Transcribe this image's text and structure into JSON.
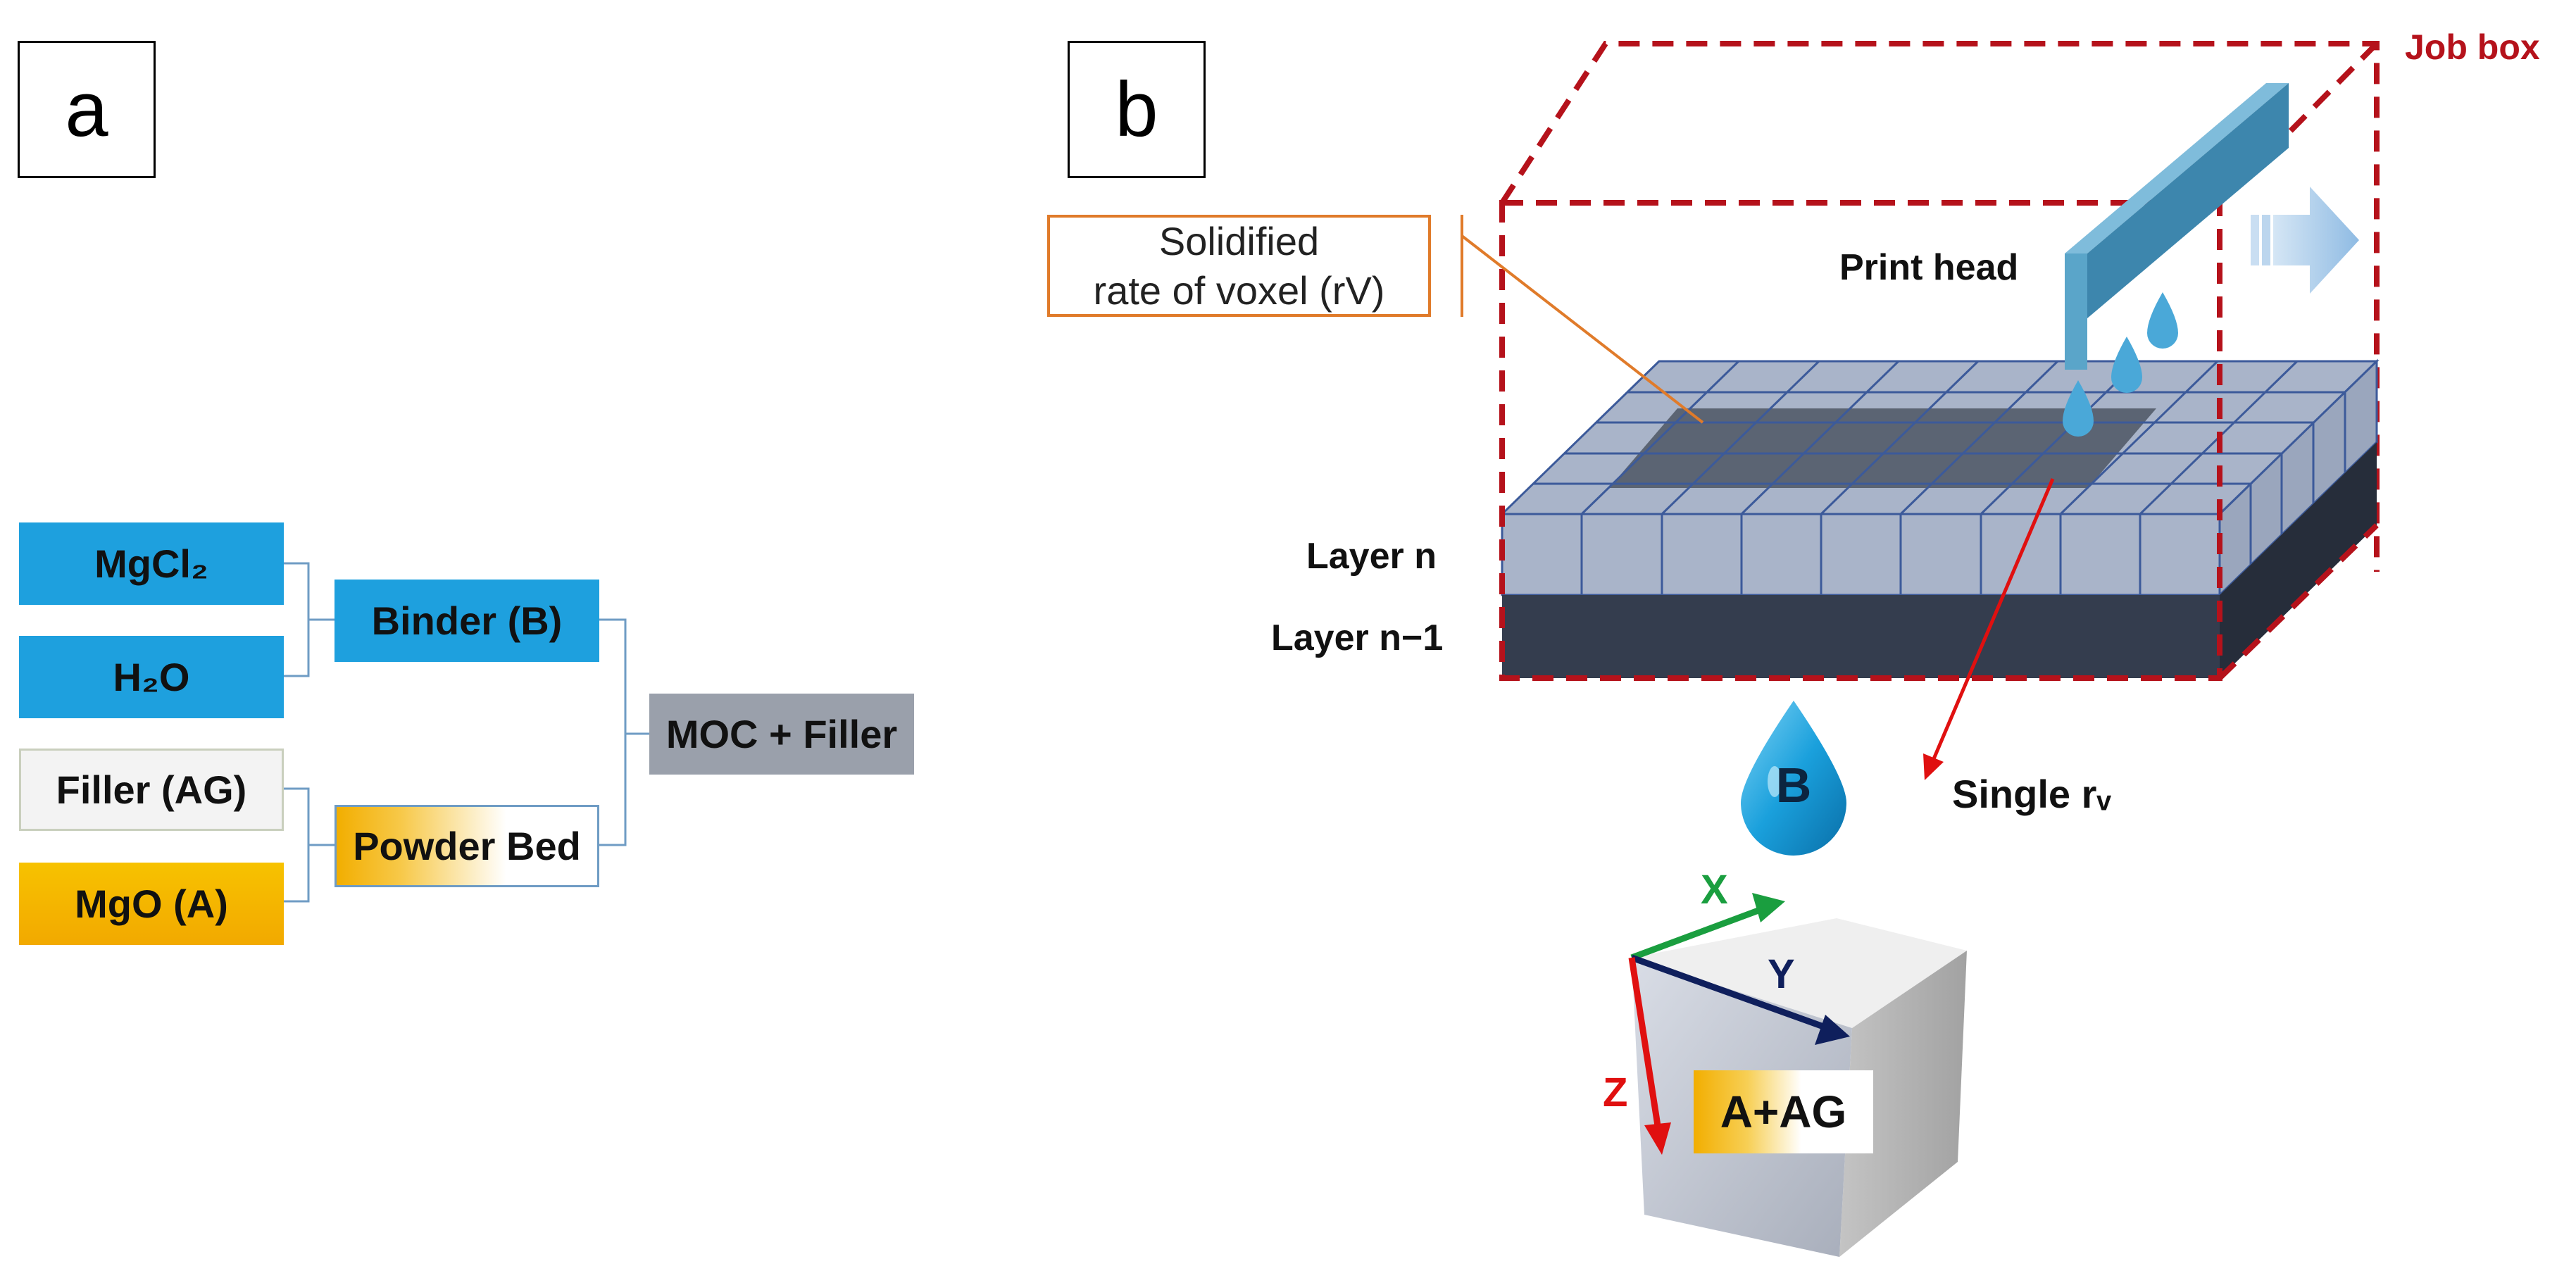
{
  "panel_a": {
    "label": "a",
    "boxes": {
      "mgcl2": "MgCl₂",
      "h2o": "H₂O",
      "filler": "Filler (AG)",
      "mgo": "MgO (A)",
      "binder": "Binder (B)",
      "powder_bed": "Powder Bed",
      "moc_filler": "MOC + Filler"
    }
  },
  "panel_b": {
    "label": "b",
    "job_box": "Job box",
    "print_head": "Print head",
    "callout_line1": "Solidified",
    "callout_line2": "rate of voxel (rV)",
    "layer_n": "Layer n",
    "layer_n_minus_1": "Layer n−1",
    "binder_drop": "B",
    "single_rv": "Single rᵥ",
    "axis_x": "X",
    "axis_y": "Y",
    "axis_z": "Z",
    "cube_label": "A+AG"
  },
  "colors": {
    "binder_blue": "#1ea0de",
    "moc_gray": "#9aa0ab",
    "mgo_gold": "#f2ab00",
    "job_box_red": "#b5121b",
    "callout_orange": "#e07b2a",
    "axis_x_green": "#1a9e3f",
    "axis_y_navy": "#0f1f5c",
    "axis_z_red": "#e01010"
  }
}
